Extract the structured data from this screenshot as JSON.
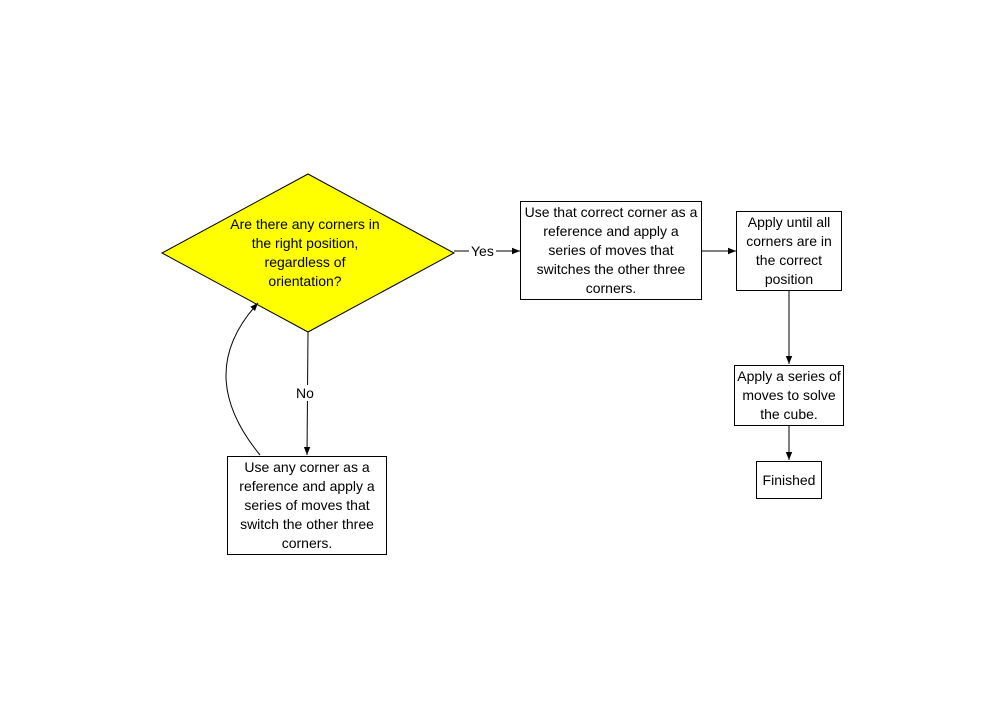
{
  "nodes": {
    "decision": {
      "text": "Are there any corners in the right position, regardless of orientation?",
      "fill": "#ffff00"
    },
    "use_correct_corner": {
      "text": "Use that correct corner as a reference and apply a series of moves that switches the other three corners."
    },
    "apply_until": {
      "text": "Apply until all corners are in the correct position"
    },
    "apply_series_solve": {
      "text": "Apply a series of moves to solve the cube."
    },
    "finished": {
      "text": "Finished"
    },
    "use_any_corner": {
      "text": "Use any corner as a reference and apply a series of moves that switch the other three corners."
    }
  },
  "edges": {
    "yes_label": "Yes",
    "no_label": "No"
  },
  "colors": {
    "line": "#000000",
    "decision_fill": "#ffff00"
  }
}
